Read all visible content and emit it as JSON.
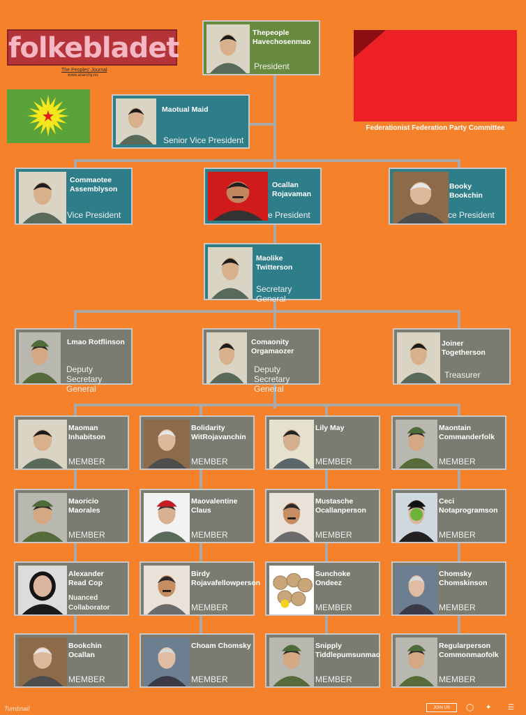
{
  "header": {
    "logo_text": "folkebladet",
    "tagline": "The Peoples' Journal",
    "site": "www.anarchy.no",
    "committee_label": "Federationist Federation Party Committee"
  },
  "president": {
    "name": "Thepeople\nHavechosenmao",
    "role": "President",
    "photo": "mao"
  },
  "senior_vp": {
    "name": "Maotual Maid",
    "role": "Senior Vice President",
    "photo": "mao"
  },
  "vice_presidents": [
    {
      "name": "Commaotee\nAssemblyson",
      "role": "Vice President",
      "photo": "mao"
    },
    {
      "name": "Ocallan\nRojavaman",
      "role": "e President",
      "photo": "ocalan-red"
    },
    {
      "name": "Booky Bookchin",
      "role": "ce President",
      "photo": "bookchin"
    }
  ],
  "secretary_general": {
    "name": "Maolike Twitterson",
    "role": "Secretary General",
    "photo": "mao"
  },
  "deputies": [
    {
      "name": "Lmao Rotflinson",
      "role": "Deputy\nSecretary General",
      "photo": "mao-cap"
    },
    {
      "name": "Comaonity\nOrgamaozer",
      "role": "Deputy\nSecretary General",
      "photo": "mao"
    },
    {
      "name": "Joiner Togetherson",
      "role": "Treasurer",
      "photo": "mao"
    }
  ],
  "members": [
    {
      "name": "Maoman\nInhabitson",
      "role": "MEMBER",
      "photo": "mao"
    },
    {
      "name": "Bolidarity\nWitRojavanchin",
      "role": "MEMBER",
      "photo": "bookchin"
    },
    {
      "name": "Lily May",
      "role": "MEMBER",
      "photo": "mao-bun"
    },
    {
      "name": "Maontain\nCommanderfolk",
      "role": "MEMBER",
      "photo": "mao-cap"
    },
    {
      "name": "Maoricio Maorales",
      "role": "MEMBER",
      "photo": "mao-cap"
    },
    {
      "name": "Maovalentine  Claus",
      "role": "MEMBER",
      "photo": "mao-santa"
    },
    {
      "name": "Mustasche\nOcallanperson",
      "role": "MEMBER",
      "photo": "ocalan"
    },
    {
      "name": "Ceci\nNotaprogramson",
      "role": "MEMBER",
      "photo": "apple"
    },
    {
      "name": "Alexander\nRead Cop",
      "role": "Nuanced\nCollaborator",
      "photo": "hood"
    },
    {
      "name": "Birdy\nRojavafellowperson",
      "role": "MEMBER",
      "photo": "ocalan"
    },
    {
      "name": "Sunchoke Ondeez",
      "role": "MEMBER",
      "photo": "sunchoke"
    },
    {
      "name": "Chomsky\nChomskinson",
      "role": "MEMBER",
      "photo": "chomsky"
    },
    {
      "name": "Bookchin Ocallan",
      "role": "MEMBER",
      "photo": "bookchin"
    },
    {
      "name": "Choam Chomsky",
      "role": "MEMBER",
      "photo": "chomsky"
    },
    {
      "name": "Snipply\nTiddlepumsunmao",
      "role": "MEMBER",
      "photo": "mao-cap"
    },
    {
      "name": "Regularperson\nCommonmaofolk",
      "role": "MEMBER",
      "photo": "mao-cap"
    }
  ],
  "footer": {
    "brand": "Tumbnail",
    "join_label": "JOIN US"
  }
}
